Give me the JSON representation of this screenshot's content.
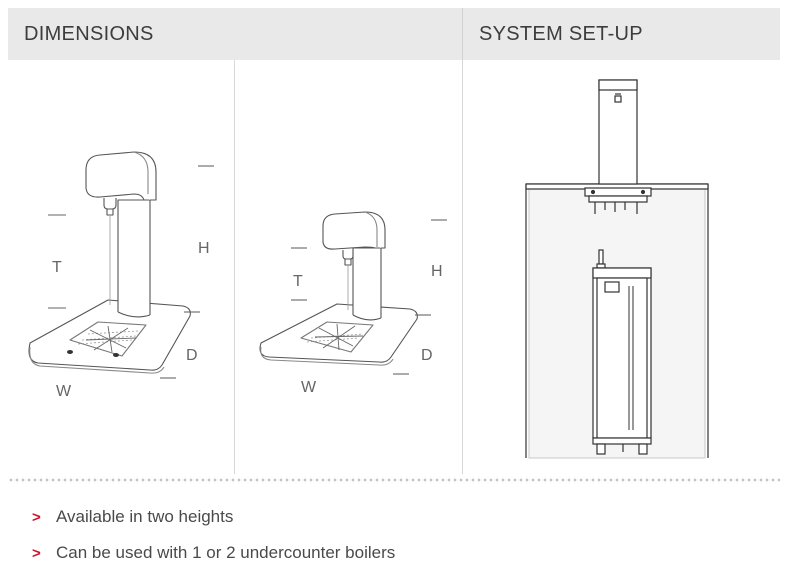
{
  "header": {
    "dimensions_title": "DIMENSIONS",
    "system_title": "SYSTEM SET-UP"
  },
  "tap_large": {
    "label_t": "T",
    "label_h": "H",
    "label_d": "D",
    "label_w": "W"
  },
  "tap_small": {
    "label_t": "T",
    "label_h": "H",
    "label_d": "D",
    "label_w": "W"
  },
  "bullets": [
    {
      "text": "Available in two heights"
    },
    {
      "text": "Can be used with 1 or 2 undercounter boilers"
    }
  ],
  "colors": {
    "accent": "#d0112b",
    "header_bg": "#e9e9e9",
    "line": "#555555"
  }
}
